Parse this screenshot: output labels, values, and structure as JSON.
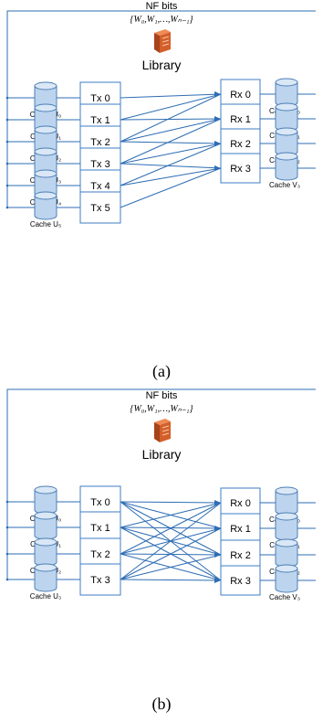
{
  "panels": [
    {
      "header": {
        "bits_label": "NF bits",
        "set_label": "{W₀,W₁,…,Wₙ₋₁}",
        "library_label": "Library"
      },
      "transmitters": [
        {
          "label": "Tx 0",
          "cache": "Cache U₀"
        },
        {
          "label": "Tx 1",
          "cache": "Cache U₁"
        },
        {
          "label": "Tx 2",
          "cache": "Cache U₂"
        },
        {
          "label": "Tx 3",
          "cache": "Cache U₃"
        },
        {
          "label": "Tx 4",
          "cache": "Cache U₄"
        },
        {
          "label": "Tx 5",
          "cache": "Cache U₅"
        }
      ],
      "receivers": [
        {
          "label": "Rx 0",
          "cache": "Cache V₀"
        },
        {
          "label": "Rx 1",
          "cache": "Cache V₁"
        },
        {
          "label": "Rx 2",
          "cache": "Cache V₂"
        },
        {
          "label": "Rx 3",
          "cache": "Cache V₃"
        }
      ],
      "links": [
        [
          0,
          0
        ],
        [
          1,
          0
        ],
        [
          1,
          1
        ],
        [
          2,
          0
        ],
        [
          2,
          1
        ],
        [
          2,
          2
        ],
        [
          3,
          1
        ],
        [
          3,
          2
        ],
        [
          3,
          3
        ],
        [
          4,
          2
        ],
        [
          4,
          3
        ],
        [
          5,
          3
        ]
      ],
      "caption": "(a)"
    },
    {
      "header": {
        "bits_label": "NF bits",
        "set_label": "{W₀,W₁,…,Wₙ₋₁}",
        "library_label": "Library"
      },
      "transmitters": [
        {
          "label": "Tx 0",
          "cache": "Cache U₀"
        },
        {
          "label": "Tx 1",
          "cache": "Cache U₁"
        },
        {
          "label": "Tx 2",
          "cache": "Cache U₂"
        },
        {
          "label": "Tx 3",
          "cache": "Cache U₃"
        }
      ],
      "receivers": [
        {
          "label": "Rx 0",
          "cache": "Cache V₀"
        },
        {
          "label": "Rx 1",
          "cache": "Cache V₁"
        },
        {
          "label": "Rx 2",
          "cache": "Cache V₂"
        },
        {
          "label": "Rx 3",
          "cache": "Cache V₃"
        }
      ],
      "links": [
        [
          0,
          0
        ],
        [
          0,
          1
        ],
        [
          0,
          2
        ],
        [
          0,
          3
        ],
        [
          1,
          0
        ],
        [
          1,
          1
        ],
        [
          1,
          2
        ],
        [
          1,
          3
        ],
        [
          2,
          0
        ],
        [
          2,
          1
        ],
        [
          2,
          2
        ],
        [
          2,
          3
        ],
        [
          3,
          0
        ],
        [
          3,
          1
        ],
        [
          3,
          2
        ],
        [
          3,
          3
        ]
      ],
      "caption": "(b)"
    }
  ],
  "colors": {
    "line": "#2e6db4",
    "box_stroke": "#3c7cc5",
    "cylinder_fill": "#bcd4ee",
    "cylinder_top": "#d9e7f6",
    "cylinder_stroke": "#4d7fb5",
    "server_body": "#d35f2a",
    "server_side": "#a8431a",
    "server_top": "#ef8a55"
  }
}
